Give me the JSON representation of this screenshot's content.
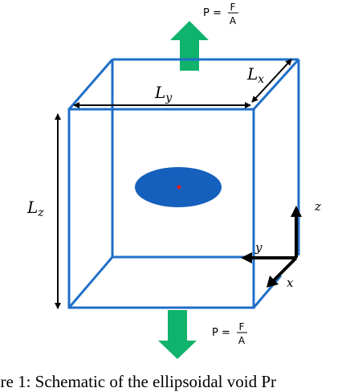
{
  "diagram": {
    "pressure_top": {
      "lhs": "P =",
      "numerator": "F",
      "denominator": "A"
    },
    "pressure_bottom": {
      "lhs": "P =",
      "numerator": "F",
      "denominator": "A"
    },
    "dim_labels": {
      "lx": {
        "main": "L",
        "sub": "x"
      },
      "ly": {
        "main": "L",
        "sub": "y"
      },
      "lz": {
        "main": "L",
        "sub": "z"
      }
    },
    "axes": {
      "z": "z",
      "y": "y",
      "x": "x"
    },
    "caption": "ure 1: Schematic of the ellipsoidal void Pr",
    "colors": {
      "box_edge": "#1f6fc8",
      "arrow_green": "#0fb36b",
      "void_fill": "#1560bd",
      "void_center": "#e02020",
      "dimension_arrows": "#000000"
    }
  }
}
